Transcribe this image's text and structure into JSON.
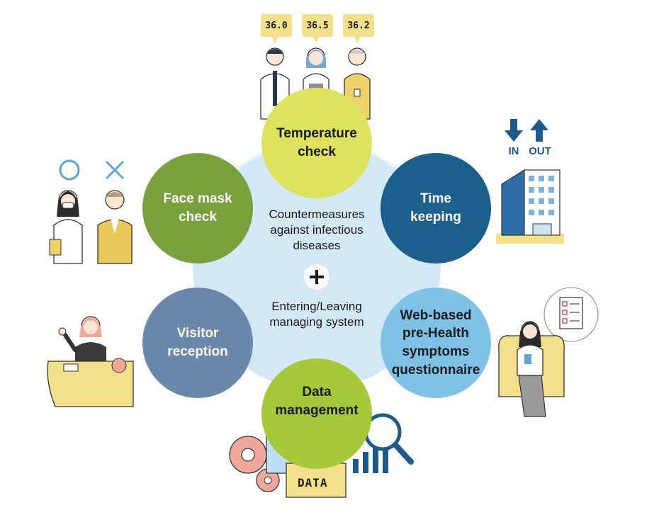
{
  "center": {
    "line1": "Countermeasures",
    "line2": "against infectious",
    "line3": "diseases",
    "line4": "Entering/Leaving",
    "line5": "managing system"
  },
  "nodes": {
    "temperature": {
      "line1": "Temperature",
      "line2": "check",
      "color": "#dde35c"
    },
    "time": {
      "line1": "Time",
      "line2": "keeping",
      "color": "#1b5f8c"
    },
    "web": {
      "line1": "Web-based",
      "line2": "pre-Health",
      "line3": "symptoms",
      "line4": "questionnaire",
      "color": "#7ec2e8"
    },
    "data": {
      "line1": "Data",
      "line2": "management",
      "color": "#a6c93a"
    },
    "visitor": {
      "line1": "Visitor",
      "line2": "reception",
      "color": "#6a88aa"
    },
    "facemask": {
      "line1": "Face mask",
      "line2": "check",
      "color": "#79a13b"
    }
  },
  "illustrations": {
    "temps": [
      "36.0",
      "36.5",
      "36.2"
    ],
    "in_label": "IN",
    "out_label": "OUT",
    "data_label": "DATA"
  },
  "colors": {
    "hexagon_outer": "#e8f3fa",
    "hexagon_inner": "#d4e9f6",
    "accent_blue": "#1d5a8a",
    "illustration_yellow": "#f3e08a"
  }
}
